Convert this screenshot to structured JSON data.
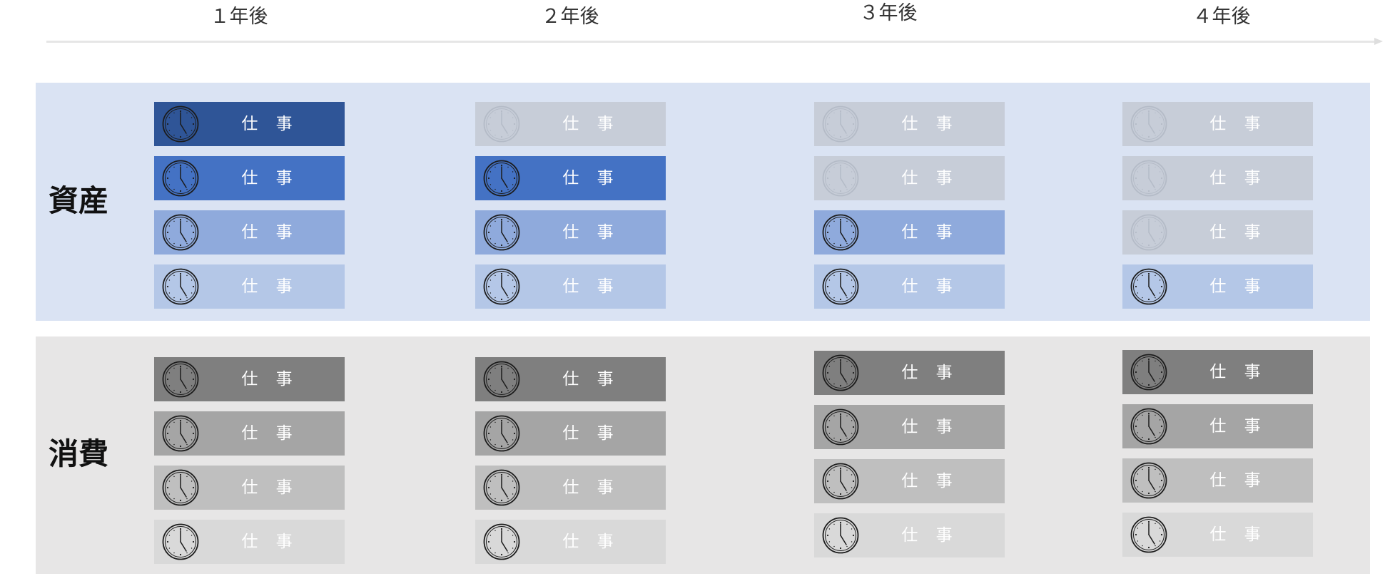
{
  "timeline": {
    "labels": [
      "１年後",
      "２年後",
      "３年後",
      "４年後"
    ],
    "axis_color": "#e6e6e6"
  },
  "sections": {
    "asset": {
      "label": "資産",
      "band_color": "#dae3f3"
    },
    "consumption": {
      "label": "消費",
      "band_color": "#e7e6e6"
    }
  },
  "block_icon": "clock-icon",
  "columns": [
    {
      "asset": [
        {
          "label": "仕 事",
          "color": "#2f5597",
          "state": "active"
        },
        {
          "label": "仕 事",
          "color": "#4472c4",
          "state": "active"
        },
        {
          "label": "仕 事",
          "color": "#8faadc",
          "state": "active"
        },
        {
          "label": "仕 事",
          "color": "#b4c7e7",
          "state": "active"
        }
      ],
      "consumption": [
        {
          "label": "仕 事",
          "color": "#7f7f7f",
          "state": "active"
        },
        {
          "label": "仕 事",
          "color": "#a5a5a5",
          "state": "active"
        },
        {
          "label": "仕 事",
          "color": "#bfbfbf",
          "state": "active"
        },
        {
          "label": "仕 事",
          "color": "#d9d9d9",
          "state": "active"
        }
      ]
    },
    {
      "asset": [
        {
          "label": "仕 事",
          "color": "#c7cdd8",
          "state": "faded"
        },
        {
          "label": "仕 事",
          "color": "#4472c4",
          "state": "active"
        },
        {
          "label": "仕 事",
          "color": "#8faadc",
          "state": "active"
        },
        {
          "label": "仕 事",
          "color": "#b4c7e7",
          "state": "active"
        }
      ],
      "consumption": [
        {
          "label": "仕 事",
          "color": "#7f7f7f",
          "state": "active"
        },
        {
          "label": "仕 事",
          "color": "#a5a5a5",
          "state": "active"
        },
        {
          "label": "仕 事",
          "color": "#bfbfbf",
          "state": "active"
        },
        {
          "label": "仕 事",
          "color": "#d9d9d9",
          "state": "active"
        }
      ]
    },
    {
      "asset": [
        {
          "label": "仕 事",
          "color": "#c7cdd8",
          "state": "faded"
        },
        {
          "label": "仕 事",
          "color": "#c7cdd8",
          "state": "faded"
        },
        {
          "label": "仕 事",
          "color": "#8faadc",
          "state": "active"
        },
        {
          "label": "仕 事",
          "color": "#b4c7e7",
          "state": "active"
        }
      ],
      "consumption": [
        {
          "label": "仕 事",
          "color": "#7f7f7f",
          "state": "active"
        },
        {
          "label": "仕 事",
          "color": "#a5a5a5",
          "state": "active"
        },
        {
          "label": "仕 事",
          "color": "#bfbfbf",
          "state": "active"
        },
        {
          "label": "仕 事",
          "color": "#d9d9d9",
          "state": "active"
        }
      ]
    },
    {
      "asset": [
        {
          "label": "仕 事",
          "color": "#c7cdd8",
          "state": "faded"
        },
        {
          "label": "仕 事",
          "color": "#c7cdd8",
          "state": "faded"
        },
        {
          "label": "仕 事",
          "color": "#c7cdd8",
          "state": "faded"
        },
        {
          "label": "仕 事",
          "color": "#b4c7e7",
          "state": "active"
        }
      ],
      "consumption": [
        {
          "label": "仕 事",
          "color": "#7f7f7f",
          "state": "active"
        },
        {
          "label": "仕 事",
          "color": "#a5a5a5",
          "state": "active"
        },
        {
          "label": "仕 事",
          "color": "#bfbfbf",
          "state": "active"
        },
        {
          "label": "仕 事",
          "color": "#d9d9d9",
          "state": "active"
        }
      ]
    }
  ]
}
